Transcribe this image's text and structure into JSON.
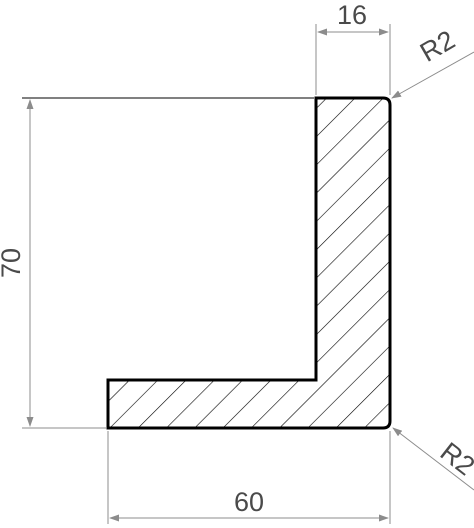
{
  "drawing": {
    "dimensions": {
      "top_width": "16",
      "top_radius": "R2",
      "left_height": "70",
      "bottom_width": "60",
      "bottom_radius": "R2"
    },
    "colors": {
      "outline": "#000000",
      "hatch": "#000000",
      "dimension": "#8c8c8c",
      "text": "#4a4a4a"
    }
  }
}
